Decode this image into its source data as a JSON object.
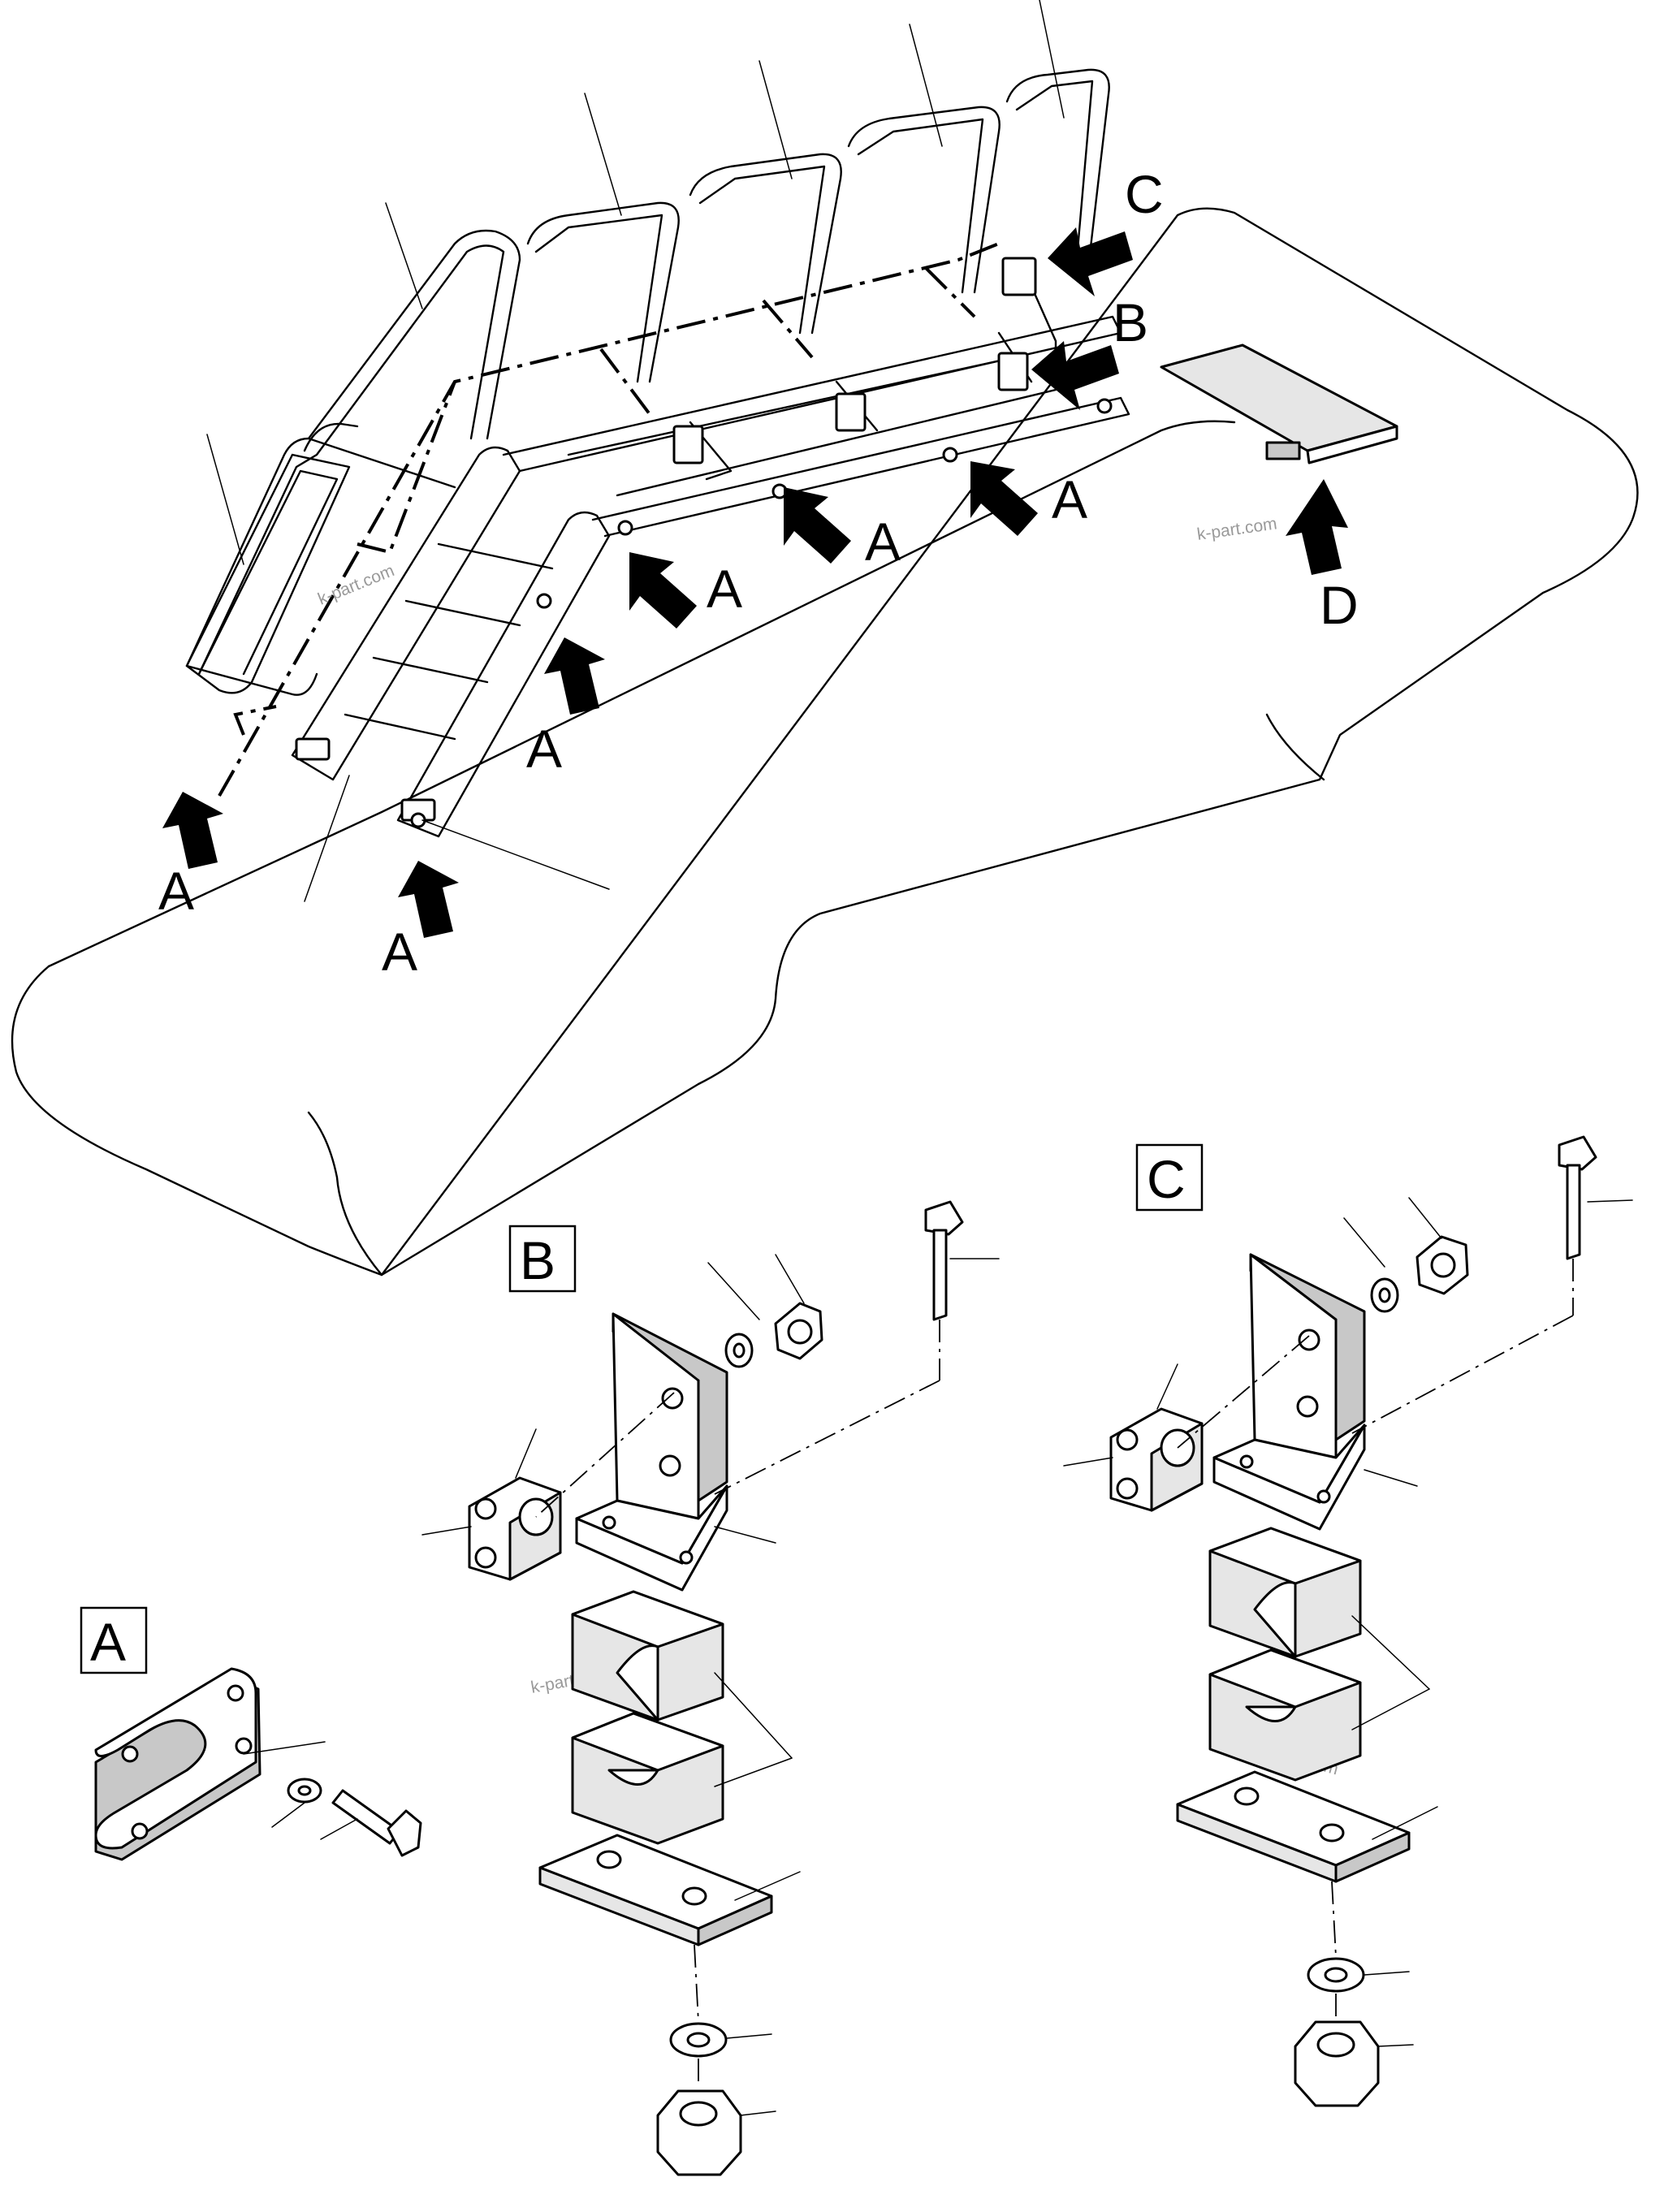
{
  "callouts": {
    "A": "A",
    "B": "B",
    "C": "C",
    "D": "D"
  },
  "watermark": "k-part.com"
}
